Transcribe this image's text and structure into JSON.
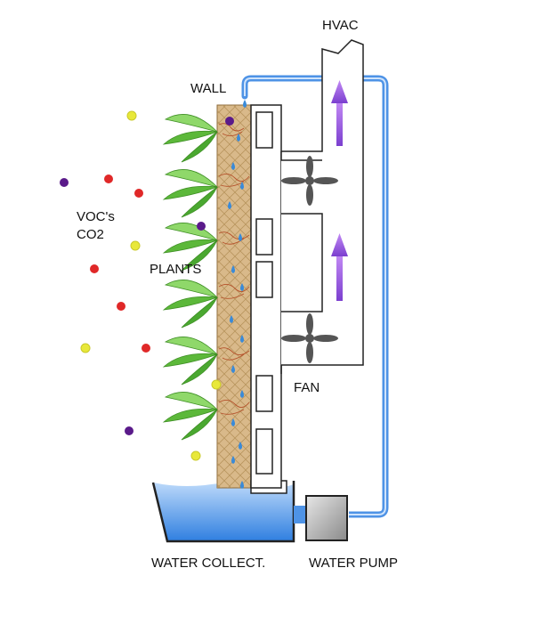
{
  "labels": {
    "hvac": "HVAC",
    "wall": "WALL",
    "vocs": "VOC's",
    "co2": "CO2",
    "plants": "PLANTS",
    "fan": "FAN",
    "water_collect": "WATER COLLECT.",
    "water_pump": "WATER PUMP"
  },
  "colors": {
    "pipe": "#7fb3f0",
    "water": "#4a90e2",
    "arrow": "#9b59d9",
    "leaf": "#5cb83a",
    "wall_fill": "#d9b98a",
    "root": "#b5522b",
    "droplet": "#3a8ad8",
    "pump": "#a8a8a8",
    "particle_red": "#e02828",
    "particle_yellow": "#e8e83a",
    "particle_purple": "#5a1a8a",
    "fan_blade": "#555555"
  },
  "icons": [
    "water-droplet-icon",
    "fan-icon",
    "up-arrow-icon",
    "leaf-icon",
    "water-pump-icon"
  ]
}
